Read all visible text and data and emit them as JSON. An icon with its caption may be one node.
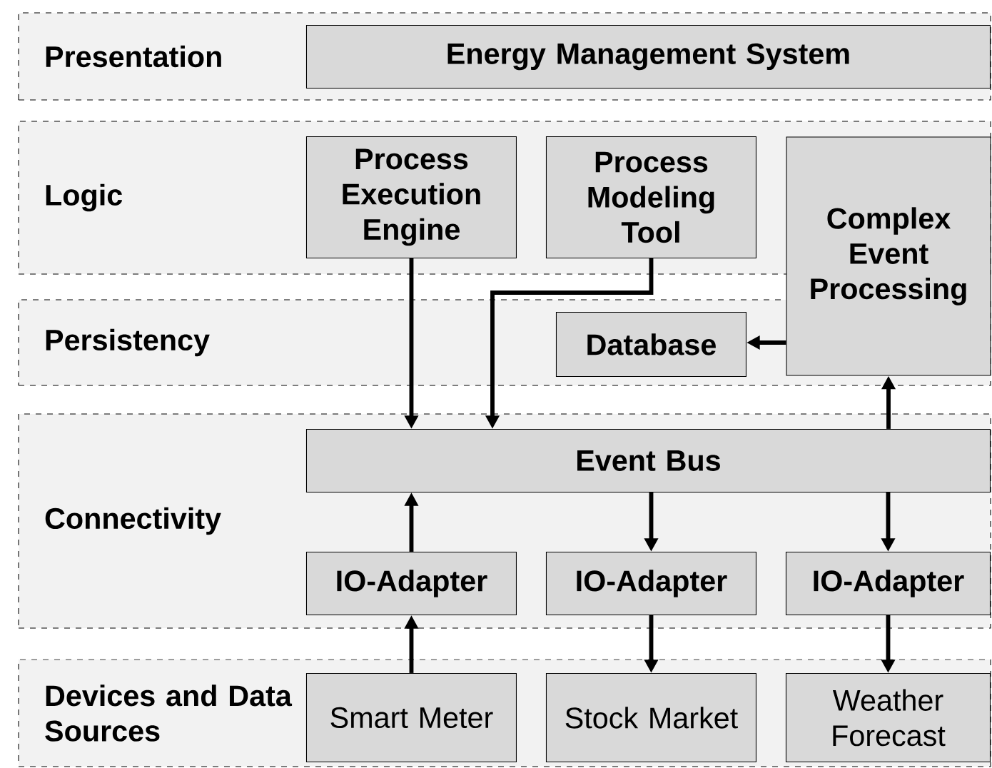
{
  "diagram": {
    "nodes": [
      {
        "text": [
          "Presentation"
        ]
      },
      {
        "text": [
          "Logic"
        ]
      },
      {
        "text": [
          "Persistency"
        ]
      },
      {
        "text": [
          "Connectivity"
        ]
      },
      {
        "text": [
          "Devices and Data Sources"
        ]
      },
      {
        "text": [
          "Energy Management System"
        ],
        "in": 0
      },
      {
        "text": [
          "Process Execution Engine"
        ],
        "in": 1
      },
      {
        "text": [
          "Process Modeling Tool"
        ],
        "in": 1
      },
      {
        "text": [
          "Complex Event Processing"
        ]
      },
      {
        "text": [
          "Database"
        ],
        "in": 2
      },
      {
        "text": [
          "Event Bus"
        ],
        "in": 3
      },
      {
        "text": [
          "IO-Adapter"
        ],
        "in": 3
      },
      {
        "text": [
          "IO-Adapter"
        ],
        "in": 3
      },
      {
        "text": [
          "IO-Adapter"
        ],
        "in": 3
      },
      {
        "text": [
          "Smart Meter"
        ],
        "in": 4
      },
      {
        "text": [
          "Stock Market"
        ],
        "in": 4
      },
      {
        "text": [
          "Weather Forecast"
        ],
        "in": 4
      }
    ],
    "edges": [
      {
        "from": 6,
        "to": 10,
        "arrow": "to"
      },
      {
        "from": 7,
        "to": 10,
        "arrow": "to"
      },
      {
        "from": 8,
        "to": 9,
        "arrow": "to"
      },
      {
        "from": 10,
        "to": 8,
        "arrow": "to"
      },
      {
        "from": 11,
        "to": 10,
        "arrow": "to"
      },
      {
        "from": 10,
        "to": 12,
        "arrow": "to"
      },
      {
        "from": 10,
        "to": 13,
        "arrow": "to"
      },
      {
        "from": 14,
        "to": 11,
        "arrow": "to"
      },
      {
        "from": 12,
        "to": 15,
        "arrow": "to"
      },
      {
        "from": 13,
        "to": 16,
        "arrow": "to"
      }
    ]
  }
}
